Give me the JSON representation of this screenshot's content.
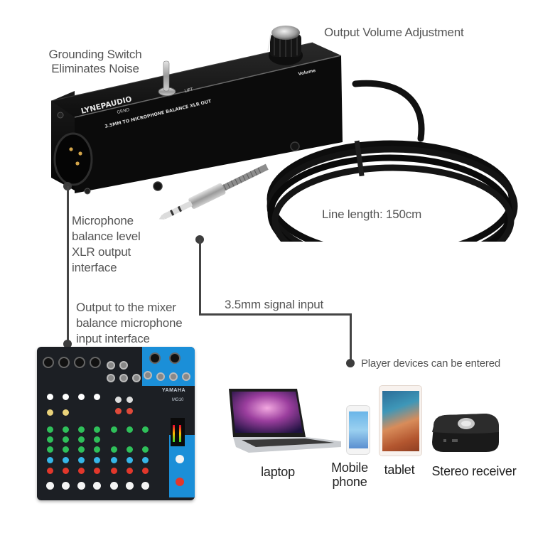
{
  "annotations": {
    "grounding_switch": [
      "Grounding Switch",
      "Eliminates Noise"
    ],
    "output_volume": "Output Volume Adjustment",
    "line_length": "Line length: 150cm",
    "xlr_output": [
      "Microphone",
      "balance level",
      "XLR output",
      "interface"
    ],
    "mixer_output": [
      "Output to the mixer",
      "balance microphone",
      "input interface"
    ],
    "signal_input": "3.5mm signal input",
    "player_devices": "Player devices can be entered"
  },
  "device": {
    "brand": "LYNEPAUDIO",
    "panel_text": "3.5MM TO MICROPHONE BALANCE XLR OUT",
    "switch_left": "GRND",
    "switch_right": "LIFT",
    "knob_label": "Volume"
  },
  "mixer": {
    "brand": "YAMAHA",
    "model": "MG10"
  },
  "player_devices": [
    {
      "label": "laptop"
    },
    {
      "label": [
        "Mobile",
        "phone"
      ]
    },
    {
      "label": "tablet"
    },
    {
      "label": "Stereo receiver"
    }
  ],
  "colors": {
    "text": "#555555",
    "connector": "#444444",
    "device_body": "#151515",
    "mixer_blue": "#1b8fd8"
  }
}
